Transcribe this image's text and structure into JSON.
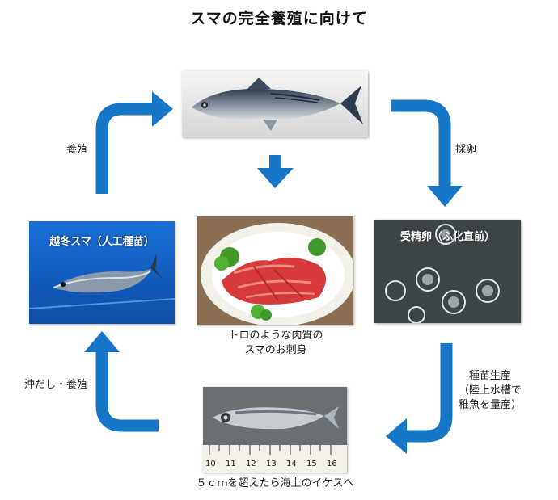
{
  "title": "スマの完全養殖に向けて",
  "labels": {
    "left_top": "養殖",
    "right_top": "採卵",
    "left_bottom": "沖だし・養殖",
    "center_caption_line1": "トロのような肉質の",
    "center_caption_line2": "スマのお刺身",
    "right_bottom_line1": "種苗生産",
    "right_bottom_line2": "（陸上水槽で",
    "right_bottom_line3": "稚魚を量産）",
    "bottom_caption": "５ｃｍを超えたら海上のイケスへ"
  },
  "photos": {
    "left": {
      "overlay": "越冬スマ（人工種苗）"
    },
    "right": {
      "overlay": "受精卵（ふ化直前）"
    },
    "ruler_ticks": [
      "10",
      "11",
      "12",
      "13",
      "14",
      "15",
      "16"
    ]
  },
  "colors": {
    "arrow": "#1677c8",
    "tank_blue": "#1a6fd8",
    "egg_bg": "#3d4448"
  }
}
